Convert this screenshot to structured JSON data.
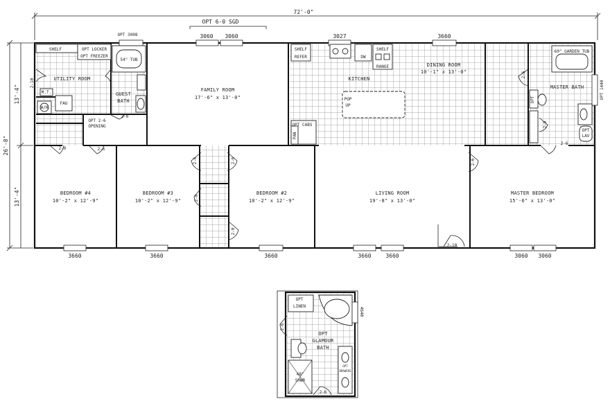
{
  "dimensions": {
    "overall_width": "72'-0\"",
    "overall_depth": "26'-8\"",
    "left_upper": "13'-4\"",
    "left_lower": "13'-4\""
  },
  "top_labels": {
    "opt_sgd": "OPT 6-0 SGD",
    "opt_3008": "OPT 3008",
    "win_3060_a": "3060",
    "win_3060_b": "3060",
    "win_3027": "3027",
    "win_3660_dining": "3660",
    "opt_1440": "OPT 1440"
  },
  "rooms": {
    "utility": {
      "name": "UTILITY ROOM"
    },
    "guest_bath": {
      "name1": "GUEST",
      "name2": "BATH"
    },
    "family": {
      "name": "FAMILY ROOM",
      "size": "17'-6\" x 13'-0\""
    },
    "kitchen": {
      "name": "KITCHEN"
    },
    "dining": {
      "name": "DINING ROOM",
      "size": "10'-1\" x 13'-0\""
    },
    "master_bath": {
      "name": "MASTER BATH"
    },
    "bedroom4": {
      "name": "BEDROOM #4",
      "size": "10'-2\" x 12'-9\""
    },
    "bedroom3": {
      "name": "BEDROOM #3",
      "size": "10'-2\" x 12'-9\""
    },
    "bedroom2": {
      "name": "BEDROOM #2",
      "size": "10'-2\" x 12'-9\""
    },
    "living": {
      "name": "LIVING ROOM",
      "size": "19'-8\" x 13'-0\""
    },
    "master_bed": {
      "name": "MASTER BEDROOM",
      "size": "15'-6\" x 13'-0\""
    }
  },
  "fixtures": {
    "shelf_utility": "SHELF",
    "opt_locker": "OPT LOCKER",
    "opt_freezer": "OPT FREEZER",
    "tub_54": "54\" TUB",
    "opt_26_opening_1": "OPT 2-6",
    "opt_26_opening_2": "OPENING",
    "mt": "M.T.",
    "fau": "FAU",
    "wh": "W/H",
    "shelf_k1": "SHELF",
    "refer": "REFER",
    "dw": "DW",
    "shelf_k2": "SHELF",
    "range": "RANGE",
    "pop": "POP",
    "up": "UP",
    "opt_cabs": "OPT CABS",
    "pan": "PAN",
    "garden_tub": "60\" GARDEN TUB",
    "opt_lav_1": "OPT",
    "opt_lav_2": "LAV",
    "opt_vert": "OPT",
    "linen_vert": "LINEN"
  },
  "doors": {
    "d_210_util": "2-10",
    "d_26_util_bottom": "2-0",
    "d_26_b4": "2-6",
    "d_20_guest": "2-0",
    "d_26_hall_a": "2-6",
    "d_26_hall_b": "2-6",
    "d_20_hall": "2-0",
    "d_20_b2": "2-0",
    "d_26_living": "2-6",
    "d_210_living": "2-10",
    "d_26_mb": "2-6",
    "d_26_mbath": "2-6",
    "d_20_mbath": "2-0"
  },
  "bottom_windows": [
    "3660",
    "3660",
    "3660",
    "3660",
    "3660",
    "3060",
    "3060"
  ],
  "inset": {
    "opt_linen_1": "OPT",
    "opt_linen_2": "LINEN",
    "win_4640": "4640",
    "door_26_left": "2-6",
    "glamour_1": "OPT",
    "glamour_2": "GLAMOUR",
    "glamour_3": "BATH",
    "shwr_1": "48\"",
    "shwr_2": "SHWR",
    "opt_drawers_1": "OPT",
    "opt_drawers_2": "DRAWERS",
    "door_26_bottom": "2-6"
  }
}
